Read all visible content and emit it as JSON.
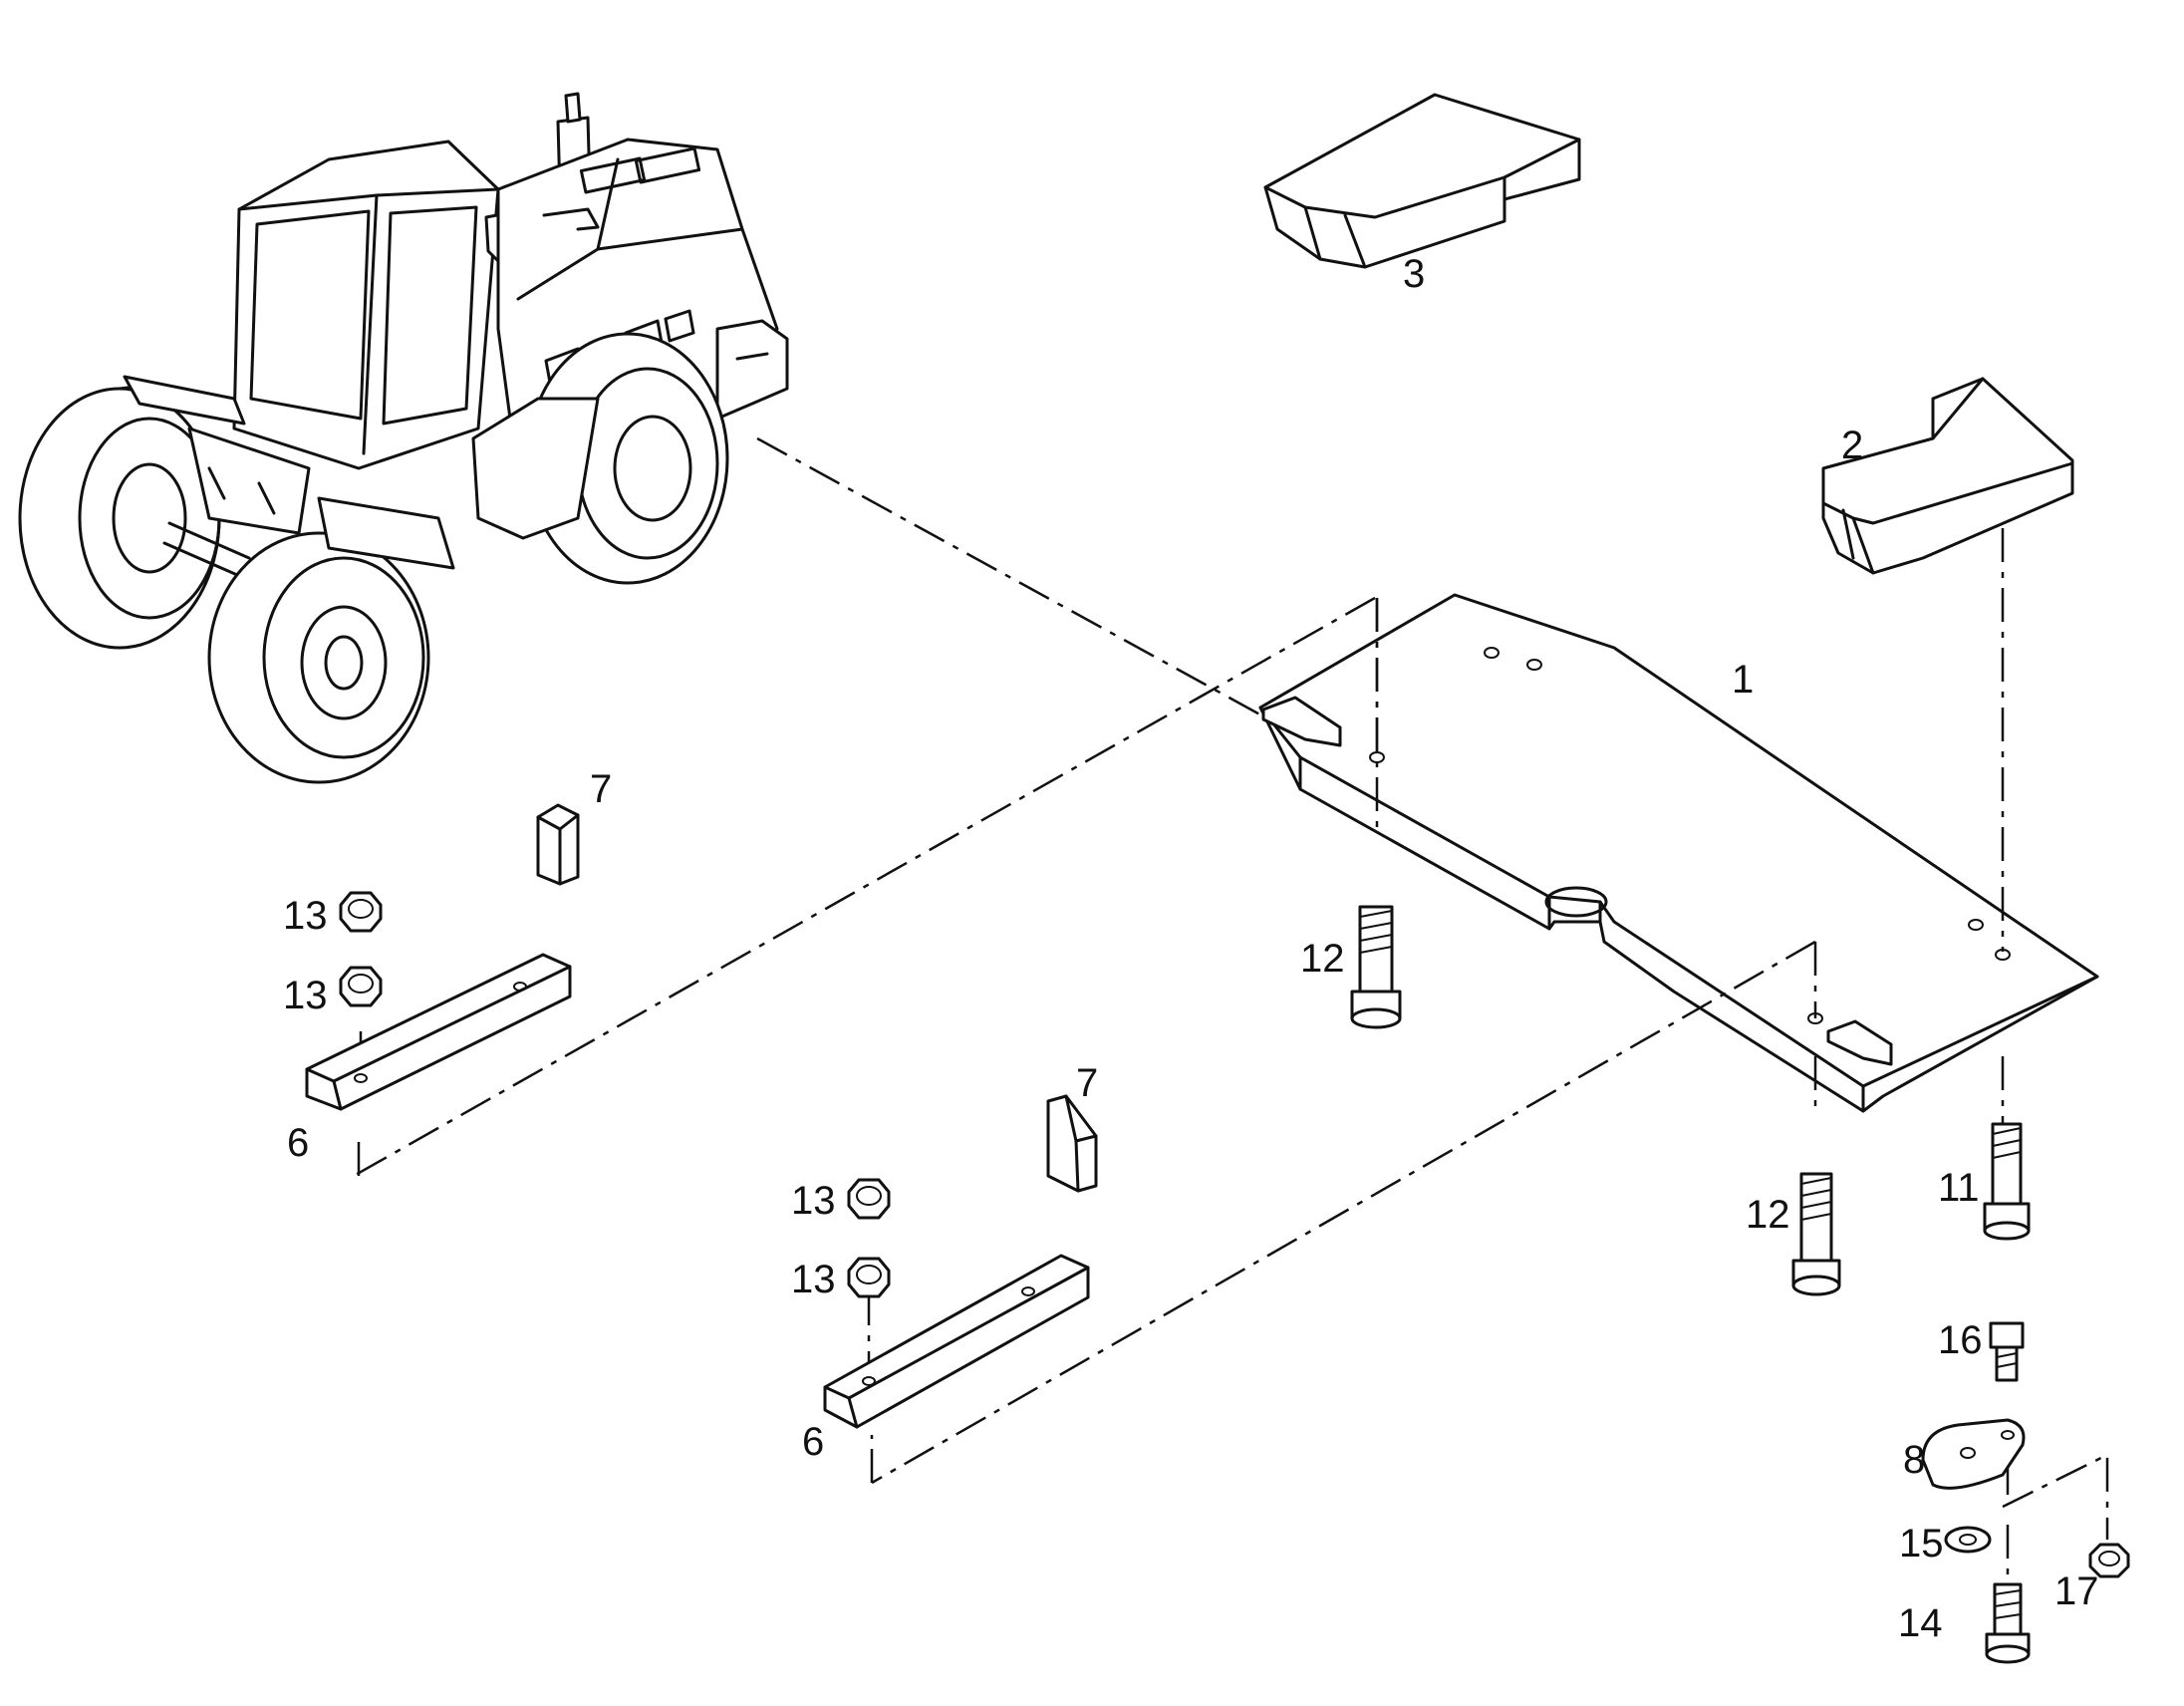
{
  "callouts": [
    {
      "id": "c1",
      "text": "1"
    },
    {
      "id": "c2",
      "text": "2"
    },
    {
      "id": "c3",
      "text": "3"
    },
    {
      "id": "c6a",
      "text": "6"
    },
    {
      "id": "c6b",
      "text": "6"
    },
    {
      "id": "c7a",
      "text": "7"
    },
    {
      "id": "c7b",
      "text": "7"
    },
    {
      "id": "c8",
      "text": "8"
    },
    {
      "id": "c11",
      "text": "11"
    },
    {
      "id": "c12a",
      "text": "12"
    },
    {
      "id": "c12b",
      "text": "12"
    },
    {
      "id": "c13a",
      "text": "13"
    },
    {
      "id": "c13b",
      "text": "13"
    },
    {
      "id": "c13c",
      "text": "13"
    },
    {
      "id": "c13d",
      "text": "13"
    },
    {
      "id": "c14",
      "text": "14"
    },
    {
      "id": "c15",
      "text": "15"
    },
    {
      "id": "c16",
      "text": "16"
    },
    {
      "id": "c17",
      "text": "17"
    }
  ]
}
